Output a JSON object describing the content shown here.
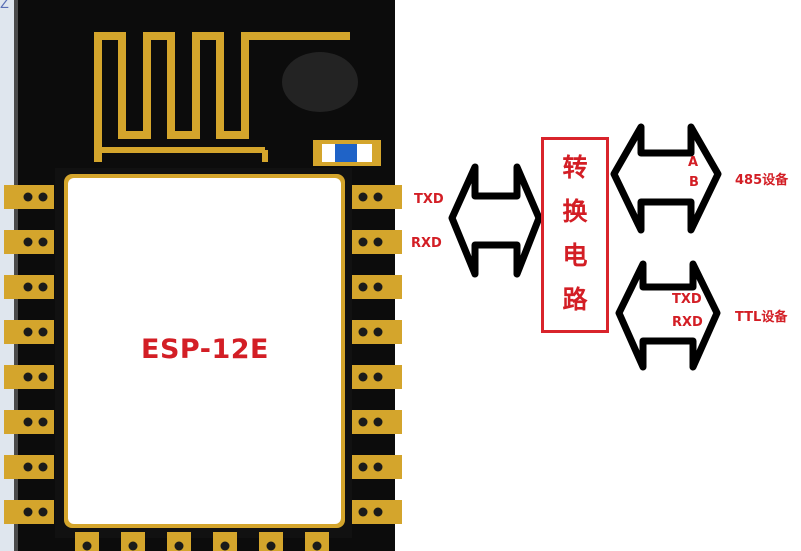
{
  "corner_text": "Z",
  "module": {
    "name": "ESP-12E"
  },
  "uart_pins": {
    "txd": "TXD",
    "rxd": "RXD"
  },
  "converter": {
    "chars": [
      "转",
      "换",
      "电",
      "路"
    ]
  },
  "rs485": {
    "line_a": "A",
    "line_b": "B",
    "device": "485设备"
  },
  "ttl": {
    "txd": "TXD",
    "rxd": "RXD",
    "device": "TTL设备"
  },
  "colors": {
    "pcb": "#0c0c0c",
    "gold": "#d4a52c",
    "shield": "#ffffff",
    "label_red": "#d31e25",
    "arrow": "#000000"
  },
  "icons": {
    "antenna": "pcb-meander-antenna-icon",
    "led": "blue-led-icon",
    "arrow": "double-headed-arrow-icon"
  }
}
